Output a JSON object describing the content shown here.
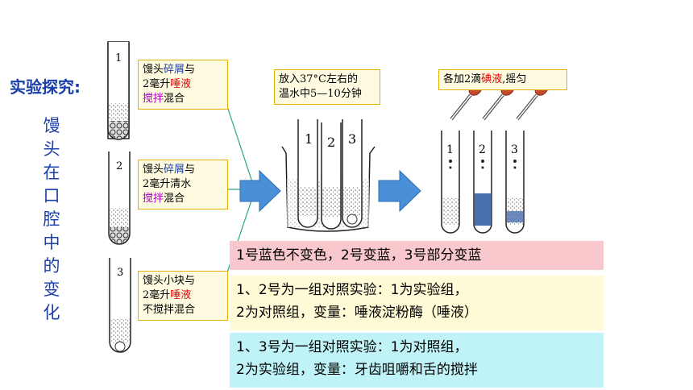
{
  "title": "实验探究:",
  "side_text": [
    "馒",
    "头",
    "在",
    "口",
    "腔",
    "中",
    "的",
    "变",
    "化"
  ],
  "tubes": [
    {
      "number": "1",
      "note_lines": [
        [
          {
            "t": "馒头",
            "c": "black"
          },
          {
            "t": "碎屑",
            "c": "blue"
          },
          {
            "t": "与",
            "c": "black"
          }
        ],
        [
          {
            "t": "2毫升",
            "c": "black"
          },
          {
            "t": "唾液",
            "c": "red"
          }
        ],
        [
          {
            "t": "搅拌",
            "c": "purple"
          },
          {
            "t": "混合",
            "c": "black"
          }
        ]
      ]
    },
    {
      "number": "2",
      "note_lines": [
        [
          {
            "t": "馒头",
            "c": "black"
          },
          {
            "t": "碎屑",
            "c": "blue"
          },
          {
            "t": "与",
            "c": "black"
          }
        ],
        [
          {
            "t": "2毫升清水",
            "c": "black"
          }
        ],
        [
          {
            "t": "搅拌",
            "c": "purple"
          },
          {
            "t": "混合",
            "c": "black"
          }
        ]
      ]
    },
    {
      "number": "3",
      "note_lines": [
        [
          {
            "t": "馒头小块与",
            "c": "black"
          }
        ],
        [
          {
            "t": "2毫升",
            "c": "black"
          },
          {
            "t": "唾液",
            "c": "red"
          }
        ],
        [
          {
            "t": "不搅拌混合",
            "c": "black"
          }
        ]
      ]
    }
  ],
  "step2": {
    "line1": "放入37°C左右的",
    "line2": "温水中5—10分钟"
  },
  "step3": {
    "prefix": "各加2滴",
    "highlight": "碘液",
    "suffix": ",摇匀"
  },
  "beaker_labels": [
    "1",
    "2",
    "3"
  ],
  "drop_labels": [
    "1",
    "2",
    "3"
  ],
  "result1": "1号蓝色不变色，2号变蓝，3号部分变蓝",
  "result2": {
    "line1": "1、2号为一组对照实验：1为实验组，",
    "line2": "2为对照组，变量：唾液淀粉酶（唾液）"
  },
  "result3": {
    "line1": "1、3号为一组对照实验：1为对照组，",
    "line2": "2为实验组，变量：牙齿咀嚼和舌的搅拌"
  },
  "colors": {
    "title": "#1a3fa8",
    "arrow": "#4a90d9",
    "note_border": "#e8b000",
    "red": "#e60000",
    "purple": "#b000c8"
  }
}
